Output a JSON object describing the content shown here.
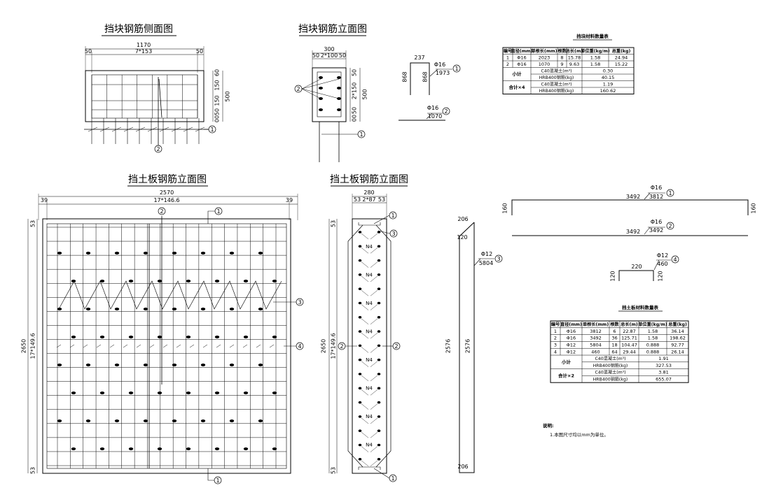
{
  "views": {
    "block_side": {
      "title": "挡块钢筋侧面图",
      "dims": {
        "total": "1170",
        "edge_left": "50",
        "spacing": "7*153",
        "edge_right": "50",
        "height": "500",
        "vert_top": "60",
        "vert_mid1": "150",
        "vert_mid2": "150",
        "vert_bot1": "50",
        "vert_bot2": "00"
      },
      "callouts": [
        "1",
        "2"
      ]
    },
    "block_front": {
      "title": "挡块钢筋立面图",
      "dims": {
        "total": "300",
        "edge_left": "50",
        "spacing": "2*100",
        "edge_right": "50",
        "height": "500",
        "vert_top": "50",
        "vert_mid": "2*150",
        "vert_bot1": "50",
        "vert_bot2": "00"
      },
      "callouts": [
        "1",
        "2"
      ]
    },
    "block_rebar_shapes": {
      "bar1": {
        "dia": "Φ16",
        "len": "1973",
        "top": "237",
        "legs": [
          "868",
          "868"
        ],
        "num": "1"
      },
      "bar2": {
        "dia": "Φ16",
        "len": "1070",
        "num": "2"
      }
    },
    "block_table": {
      "title": "挡块材料数量表",
      "headers": [
        "编号",
        "直径(mm)",
        "单根长(mm)",
        "根数",
        "总长(m)",
        "单位重(kg/m)",
        "总重(kg)"
      ],
      "rows": [
        [
          "1",
          "Φ16",
          "2023",
          "8",
          "15.78",
          "1.58",
          "24.94"
        ],
        [
          "2",
          "Φ16",
          "1070",
          "9",
          "9.63",
          "1.58",
          "15.22"
        ]
      ],
      "subtotal_label": "小计",
      "subtotal": [
        [
          "C40混凝土(m³)",
          "0.30"
        ],
        [
          "HRB400钢筋(kg)",
          "40.15"
        ]
      ],
      "total_label": "合计×4",
      "total": [
        [
          "C40混凝土(m³)",
          "1.19"
        ],
        [
          "HRB400钢筋(kg)",
          "160.62"
        ]
      ]
    },
    "slab_front": {
      "title": "挡土板钢筋立面图",
      "dims": {
        "total": "2570",
        "edge_left": "39",
        "spacing": "17*146.6",
        "edge_right": "39",
        "height": "2650",
        "vert_spacing": "17*149.6",
        "top": "53",
        "bottom": "53"
      },
      "callouts": [
        "1",
        "2",
        "3",
        "4"
      ]
    },
    "slab_section": {
      "title": "挡土板钢筋立面图",
      "dims": {
        "total": "280",
        "edge_left": "53",
        "spacing": "2*87",
        "edge_right": "53",
        "height": "2650",
        "vert_spacing": "17*149.6",
        "top": "53",
        "bottom": "53"
      },
      "label": "N4",
      "callouts": [
        "1",
        "2",
        "3"
      ]
    },
    "slab_rebar_shapes": {
      "bar3": {
        "dia": "Φ12",
        "len": "5804",
        "top": "206",
        "hook": "120",
        "legs": [
          "2576",
          "2576"
        ],
        "bottom": "206",
        "num": "3"
      },
      "bar1": {
        "dia": "Φ16",
        "len": "3812",
        "main": "3492",
        "end": "160",
        "num": "1"
      },
      "bar2": {
        "dia": "Φ16",
        "len": "3492",
        "main": "3492",
        "num": "2"
      },
      "bar4": {
        "dia": "Φ12",
        "len": "460",
        "main": "220",
        "legs": [
          "120",
          "120"
        ],
        "num": "4"
      }
    },
    "slab_table": {
      "title": "挡土板材料数量表",
      "headers": [
        "编号",
        "直径(mm)",
        "单根长(mm)",
        "根数",
        "总长(m)",
        "单位重(kg/m)",
        "总重(kg)"
      ],
      "rows": [
        [
          "1",
          "Φ16",
          "3812",
          "6",
          "22.87",
          "1.58",
          "36.14"
        ],
        [
          "2",
          "Φ16",
          "3492",
          "36",
          "125.71",
          "1.58",
          "198.62"
        ],
        [
          "3",
          "Φ12",
          "5804",
          "18",
          "104.47",
          "0.888",
          "92.77"
        ],
        [
          "4",
          "Φ12",
          "460",
          "64",
          "29.44",
          "0.888",
          "26.14"
        ]
      ],
      "subtotal_label": "小计",
      "subtotal": [
        [
          "C40混凝土(m³)",
          "1.91"
        ],
        [
          "HRB400钢筋(kg)",
          "327.53"
        ]
      ],
      "total_label": "合计×2",
      "total": [
        [
          "C40混凝土(m³)",
          "3.81"
        ],
        [
          "HRB400钢筋(kg)",
          "655.07"
        ]
      ]
    }
  },
  "notes": {
    "heading": "说明:",
    "line1": "1.本图尺寸均以mm为单位。"
  }
}
